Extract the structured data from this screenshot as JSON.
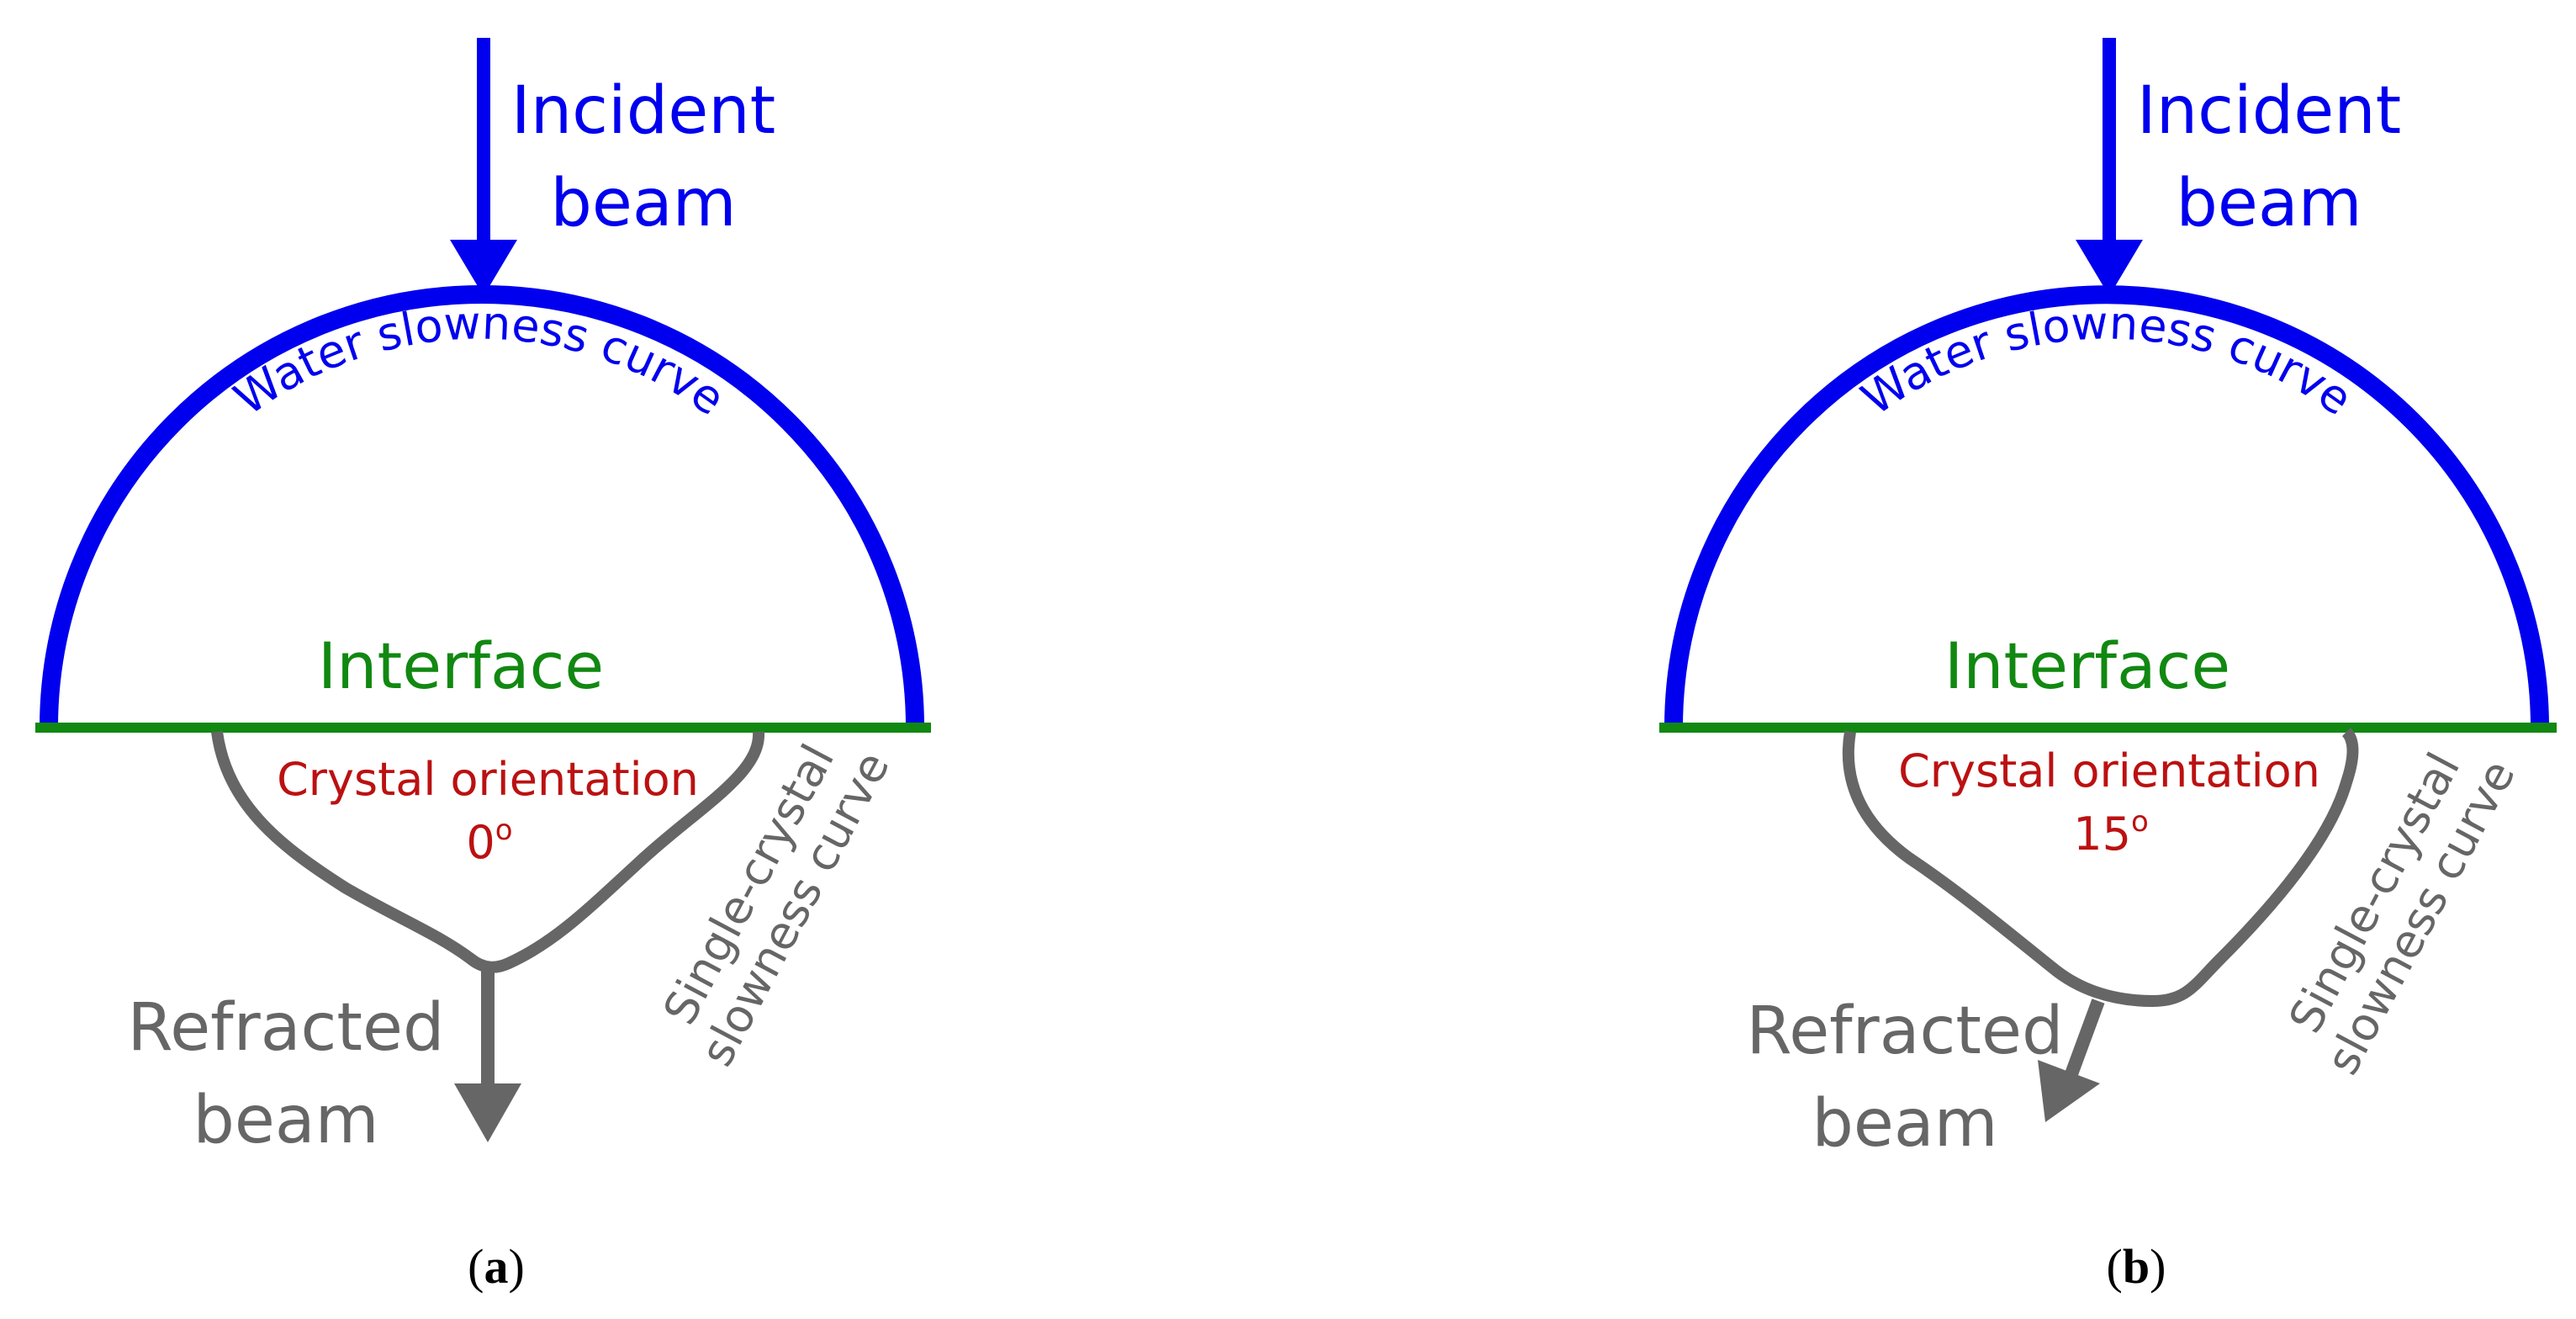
{
  "colors": {
    "water": "#0000ee",
    "interface": "#118811",
    "crystal": "#666666",
    "orientation_text": "#bb1111",
    "caption": "#000000"
  },
  "panels": [
    {
      "incident_line1": "Incident",
      "incident_line2": "beam",
      "water_curve_label": "Water slowness curve",
      "interface_label": "Interface",
      "orientation_line1": "Crystal orientation",
      "orientation_value": "0",
      "orientation_unit": "o",
      "crystal_curve_line1": "Single-crystal",
      "crystal_curve_line2": "slowness curve",
      "refracted_line1": "Refracted",
      "refracted_line2": "beam",
      "caption_open": "(",
      "caption_letter": "a",
      "caption_close": ")"
    },
    {
      "incident_line1": "Incident",
      "incident_line2": "beam",
      "water_curve_label": "Water slowness curve",
      "interface_label": "Interface",
      "orientation_line1": "Crystal orientation",
      "orientation_value": "15",
      "orientation_unit": "o",
      "crystal_curve_line1": "Single-crystal",
      "crystal_curve_line2": "slowness curve",
      "refracted_line1": "Refracted",
      "refracted_line2": "beam",
      "caption_open": "(",
      "caption_letter": "b",
      "caption_close": ")"
    }
  ]
}
